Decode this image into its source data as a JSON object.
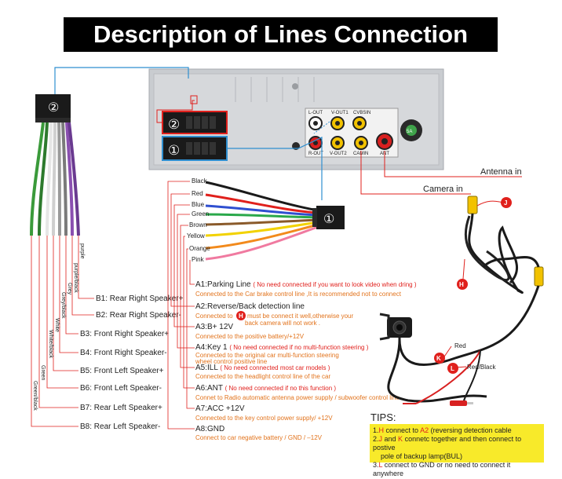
{
  "title": "Description of Lines Connection",
  "head_unit": {
    "connector_2_label": "②",
    "connector_1_label": "①",
    "jack_labels_top": [
      "L-OUT",
      "V-OUT1",
      "CVBSIN"
    ],
    "jack_labels_bottom": [
      "R-OUT",
      "V-OUT2",
      "CAMIN",
      "ANT"
    ],
    "fuse_label": "5A"
  },
  "left_harness": {
    "label": "②",
    "wires": [
      {
        "color_name": "purple",
        "pin": "B1",
        "desc": "Rear Right Speaker+"
      },
      {
        "color_name": "purple/black",
        "pin": "B2",
        "desc": "Rear Right Speaker-"
      },
      {
        "color_name": "Grey",
        "pin": "B3",
        "desc": "Front Right Speaker+"
      },
      {
        "color_name": "Grey/black",
        "pin": "B4",
        "desc": "Front Right Speaker-"
      },
      {
        "color_name": "White",
        "pin": "B5",
        "desc": "Front Left Speaker+"
      },
      {
        "color_name": "White/black",
        "pin": "B6",
        "desc": "Front Left  Speaker-"
      },
      {
        "color_name": "Green",
        "pin": "B7",
        "desc": "Rear Left Speaker+"
      },
      {
        "color_name": "Green/black",
        "pin": "B8",
        "desc": "Rear Left Speaker-"
      }
    ]
  },
  "right_harness": {
    "label": "①",
    "wire_names": [
      "Black",
      "Red",
      "Blue",
      "Green",
      "Brown",
      "Yellow",
      "Orange",
      "Pink"
    ]
  },
  "pins_a": [
    {
      "pin": "A1:Parking Line",
      "note": "( No need connected if you want to look video when dring )",
      "desc": "Connected to the Car brake control line ,It is recommended not to connect"
    },
    {
      "pin": "A2:Reverse/Back detection line",
      "note": "",
      "desc": "Connected to",
      "desc_marker": "H",
      "desc_tail": "must be connect it well,otherwise your",
      "desc_line2": "back camera will not work ."
    },
    {
      "pin": "A3:B+ 12V",
      "note": "",
      "desc": "Connected to the positive battery/+12V"
    },
    {
      "pin": "A4:Key 1",
      "note": "( No need connected if no multi-function steering )",
      "desc": "Connected to the original car multi-function steering",
      "desc_line2": "wheel control positive line"
    },
    {
      "pin": "A5:ILL",
      "note": "( No need connected most car models )",
      "desc": "Connected to the headlight control line of the car"
    },
    {
      "pin": "A6:ANT",
      "note": "( No need connected if no this function )",
      "desc": "Connet to Radio automatic antenna power supply / subwoofer control line"
    },
    {
      "pin": "A7:ACC +12V",
      "note": "",
      "desc": "Connected to the key control power supply/ +12V"
    },
    {
      "pin": "A8:GND",
      "note": "",
      "desc": "Connect to car negative battery  / GND / –12V"
    }
  ],
  "camera": {
    "antenna_label": "Antenna in",
    "camera_label": "Camera in",
    "marker_j": "J",
    "marker_h": "H",
    "marker_k": "K",
    "marker_l": "L",
    "red_label": "Red",
    "red_black_label": "Red/Black"
  },
  "tips": {
    "heading": "TIPS:",
    "line1_a": "1.",
    "line1_h": "H",
    "line1_b": " connect to ",
    "line1_a2": "A2",
    "line1_c": " (reversing detection cable",
    "line2_a": "2.",
    "line2_j": "J",
    "line2_b": " and ",
    "line2_k": "K",
    "line2_c": " connetc together and then connect to postive",
    "line2_d": "pole of backup lamp(BUL)",
    "line3_a": "3.",
    "line3_l": "L",
    "line3_b": " connect to GND  or no need to connect it anywhere"
  },
  "colors": {
    "accent_red": "#e0201c",
    "desc_orange": "#e2731c",
    "tips_bg": "#f8ea2a",
    "connector_blue": "#2f8fd0"
  }
}
